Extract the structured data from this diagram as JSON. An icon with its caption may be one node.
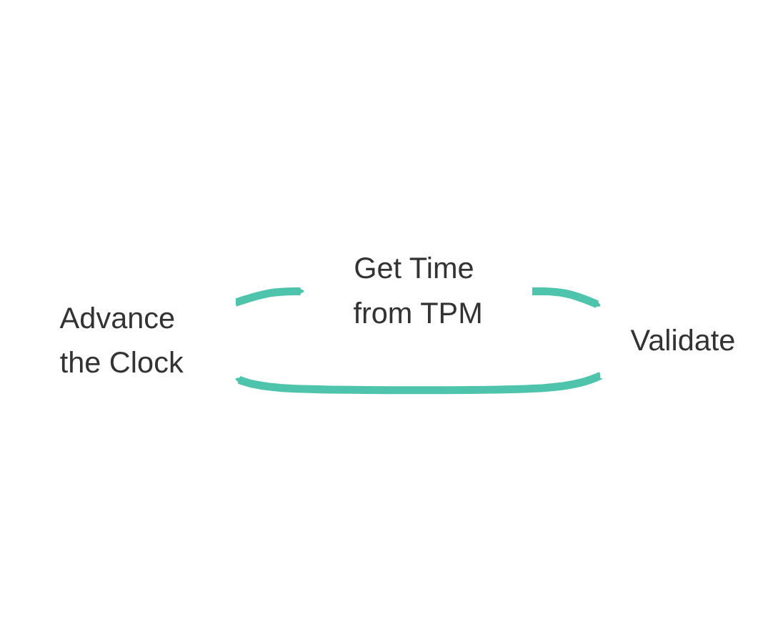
{
  "diagram": {
    "nodes": [
      {
        "text": [
          "Advance the Clock"
        ]
      },
      {
        "text": [
          "Get Time from TPM"
        ]
      },
      {
        "text": [
          "Validate"
        ]
      }
    ],
    "edges": [
      {
        "from": 0,
        "to": 1,
        "arrow": "to"
      },
      {
        "from": 1,
        "to": 2,
        "arrow": "to"
      },
      {
        "from": 2,
        "to": 0,
        "arrow": "to"
      }
    ]
  }
}
